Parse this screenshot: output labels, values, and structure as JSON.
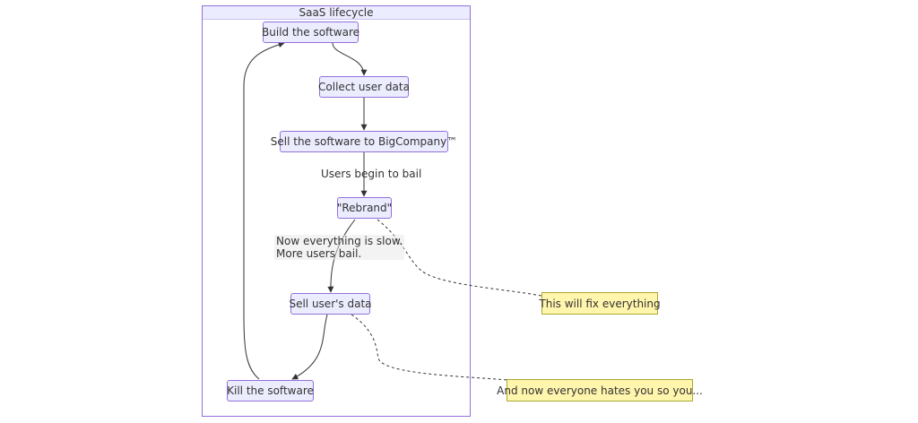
{
  "subgraph": {
    "title": "SaaS lifecycle"
  },
  "nodes": {
    "build": "Build the software",
    "collect": "Collect user data",
    "sell": "Sell the software to BigCompany™",
    "rebrand": "\"Rebrand\"",
    "sell_data": "Sell user's data",
    "kill": "Kill the software"
  },
  "edge_labels": {
    "bail": "Users begin to bail",
    "slow_line1": "Now everything is slow.",
    "slow_line2": "More users bail."
  },
  "notes": {
    "fix": "This will fix everything",
    "hates": "And now everyone hates you so you..."
  },
  "colors": {
    "node_fill": "#ececff",
    "node_border": "#9370db",
    "note_fill": "#fff5ad",
    "note_border": "#aaaa33",
    "edge": "#333333"
  }
}
